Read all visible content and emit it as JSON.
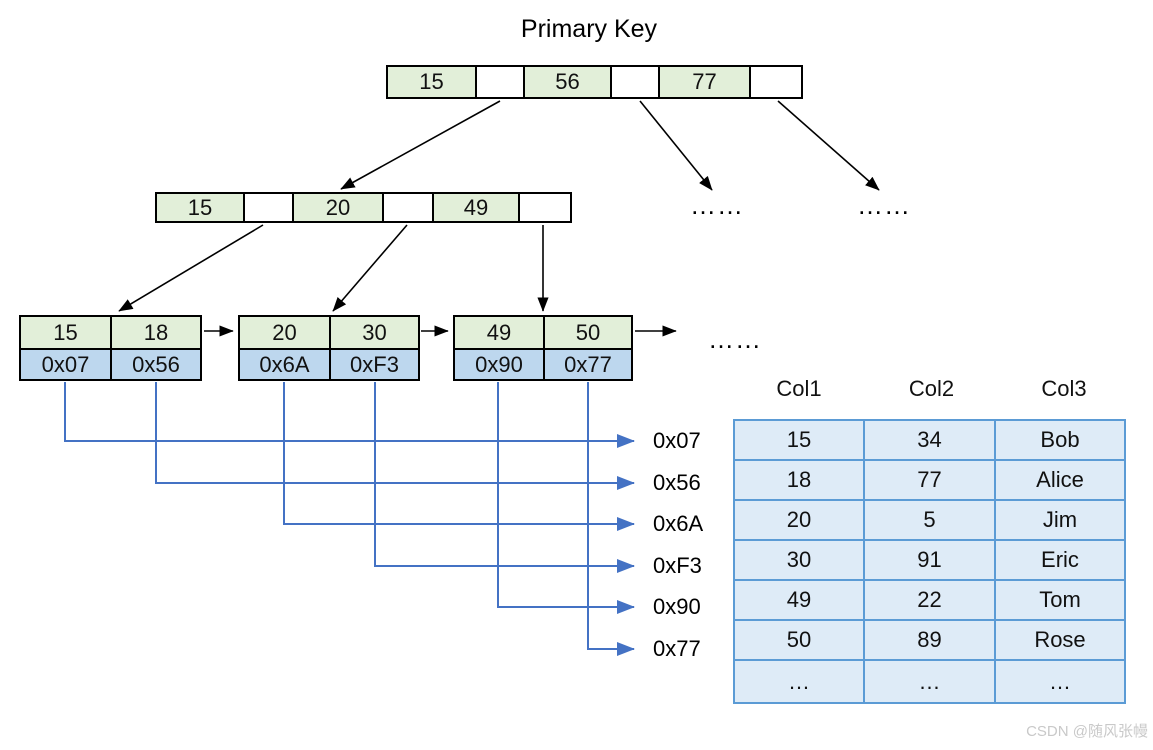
{
  "title": "Primary Key",
  "btree": {
    "root": {
      "keys": [
        "15",
        "56",
        "77"
      ]
    },
    "internal": {
      "keys": [
        "15",
        "20",
        "49"
      ]
    },
    "leaves": [
      {
        "keys": [
          "15",
          "18"
        ],
        "addresses": [
          "0x07",
          "0x56"
        ]
      },
      {
        "keys": [
          "20",
          "30"
        ],
        "addresses": [
          "0x6A",
          "0xF3"
        ]
      },
      {
        "keys": [
          "49",
          "50"
        ],
        "addresses": [
          "0x90",
          "0x77"
        ]
      }
    ],
    "ellipsis": "……"
  },
  "address_pointers": [
    "0x07",
    "0x56",
    "0x6A",
    "0xF3",
    "0x90",
    "0x77"
  ],
  "table": {
    "headers": [
      "Col1",
      "Col2",
      "Col3"
    ],
    "rows": [
      [
        "15",
        "34",
        "Bob"
      ],
      [
        "18",
        "77",
        "Alice"
      ],
      [
        "20",
        "5",
        "Jim"
      ],
      [
        "30",
        "91",
        "Eric"
      ],
      [
        "49",
        "22",
        "Tom"
      ],
      [
        "50",
        "89",
        "Rose"
      ],
      [
        "…",
        "…",
        "…"
      ]
    ]
  },
  "watermark": "CSDN @随风张幔",
  "colors": {
    "key_cell_fill": "#e2efd9",
    "pointer_cell_fill": "#ffffff",
    "address_cell_fill": "#bdd7ee",
    "table_cell_fill": "#deebf7",
    "table_border": "#5b9bd5",
    "connector_blue": "#4472c4",
    "edge_black": "#000000",
    "watermark_gray": "#c9c9c9"
  }
}
